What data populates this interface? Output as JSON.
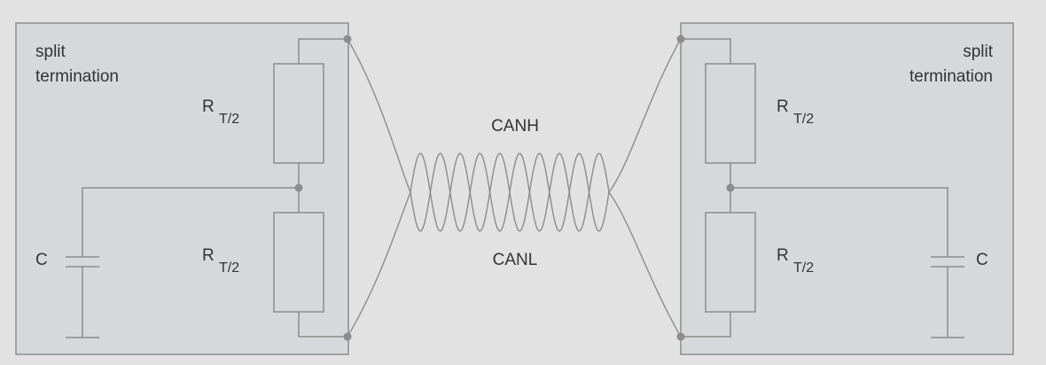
{
  "colors": {
    "background": "#e2e2e2",
    "panel_fill": "#d5d9dc",
    "line": "#8c8c8c",
    "text": "#333333"
  },
  "left_block": {
    "title_line1": "split",
    "title_line2": "termination",
    "upper_resistor": {
      "label": "R",
      "subscript": "T/2"
    },
    "lower_resistor": {
      "label": "R",
      "subscript": "T/2"
    },
    "capacitor_label": "C"
  },
  "right_block": {
    "title_line1": "split",
    "title_line2": "termination",
    "upper_resistor": {
      "label": "R",
      "subscript": "T/2"
    },
    "lower_resistor": {
      "label": "R",
      "subscript": "T/2"
    },
    "capacitor_label": "C"
  },
  "bus": {
    "high_label": "CANH",
    "low_label": "CANL"
  }
}
